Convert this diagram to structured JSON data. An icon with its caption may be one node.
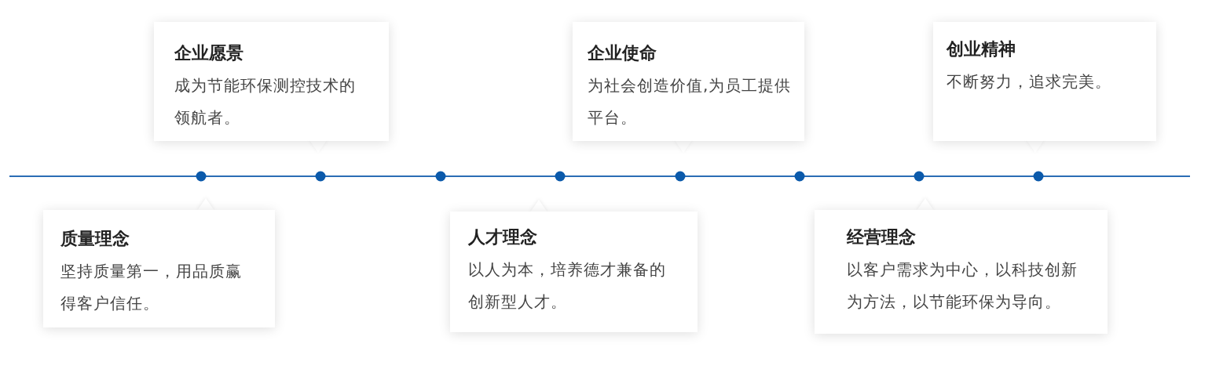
{
  "diagram": {
    "nodes": [
      {
        "text": [
          "质量理念",
          "坚持质量第一，用品质赢得客户信任。"
        ]
      },
      {
        "text": [
          "企业愿景",
          "成为节能环保测控技术的领航者。"
        ]
      },
      {
        "text": [
          "人才理念",
          "以人为本，培养德才兼备的创新型人才。"
        ]
      },
      {
        "text": [
          "企业使命",
          "为社会创造价值,为员工提供平台。"
        ]
      },
      {
        "text": [
          "经营理念",
          "以客户需求为中心，以科技创新为方法，以节能环保为导向。"
        ]
      },
      {
        "text": [
          "创业精神",
          "不断努力，追求完美。"
        ]
      },
      {
        "text": [],
        "shape": "circle"
      },
      {
        "text": [],
        "shape": "circle"
      },
      {
        "text": [],
        "shape": "circle"
      },
      {
        "text": [],
        "shape": "circle"
      },
      {
        "text": [],
        "shape": "circle"
      },
      {
        "text": [],
        "shape": "circle"
      },
      {
        "text": [],
        "shape": "circle"
      },
      {
        "text": [],
        "shape": "circle"
      }
    ],
    "edges": []
  }
}
